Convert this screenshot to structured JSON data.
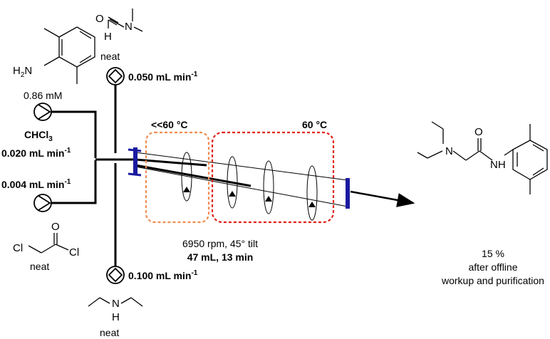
{
  "reagents": {
    "aniline": {
      "h2n": "H",
      "h2n_sub": "2",
      "h2n_n": "N",
      "conc": "0.86 mM"
    },
    "dmf": {
      "o": "O",
      "n": "N",
      "h": "H",
      "note": "neat"
    },
    "solvent": {
      "main": "CHCl",
      "sub": "3"
    },
    "chloroacetyl": {
      "cl_left": "Cl",
      "o": "O",
      "cl_right": "Cl",
      "note": "neat"
    },
    "diethylamine": {
      "n": "N",
      "h": "H",
      "note": "neat"
    }
  },
  "flow_rates": {
    "dmf": {
      "value": "0.050 mL min",
      "sup": "-1"
    },
    "aniline": {
      "value": "0.020 mL min",
      "sup": "-1"
    },
    "chloroacetyl": {
      "value": "0.004 mL min",
      "sup": "-1"
    },
    "diethylamine": {
      "value": "0.100 mL min",
      "sup": "-1"
    }
  },
  "zones": {
    "cold": {
      "label": "<<60 °C",
      "color": "#f08c50"
    },
    "hot": {
      "label": "60 °C",
      "color": "#e0201a"
    }
  },
  "reactor": {
    "conditions": "6950 rpm, 45° tilt",
    "volume_time": "47 mL, 13 min",
    "endcap_color": "#1a1aa0"
  },
  "product": {
    "n": "N",
    "o": "O",
    "nh": "NH",
    "yield": "15 %",
    "note1": "after offline",
    "note2": "workup and purification"
  }
}
